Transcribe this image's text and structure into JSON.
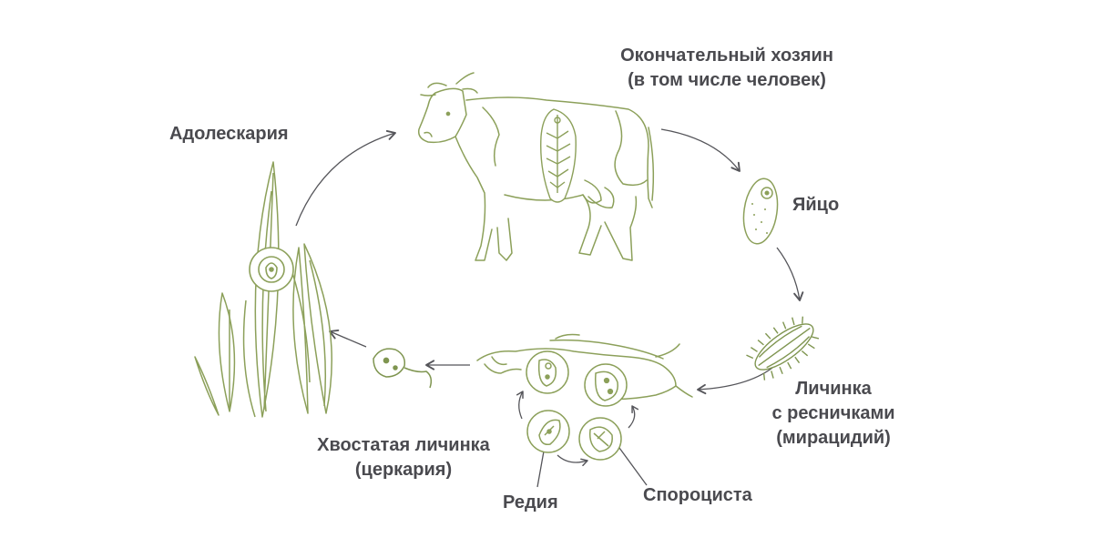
{
  "colors": {
    "stroke": "#8ca05a",
    "fill_dark": "#7f9550",
    "fill_light": "#f3f6ea",
    "arrow": "#55555a",
    "text": "#4a4a4f"
  },
  "labels": {
    "definitive_host": {
      "line1": "Окончательный хозяин",
      "line2": "(в том числе человек)"
    },
    "egg": "Яйцо",
    "miracidium": {
      "line1": "Личинка",
      "line2": "с ресничками",
      "line3": "(мирацидий)"
    },
    "sporocyst": "Спороциста",
    "redia": "Редия",
    "cercaria": {
      "line1": "Хвостатая личинка",
      "line2": "(церкария)"
    },
    "adolescaria": "Адолескария"
  },
  "icons": [
    "cow-icon",
    "liver-fluke-icon",
    "egg-icon",
    "miracidium-icon",
    "snail-icon",
    "sporocyst-icon",
    "redia-icon",
    "cercaria-icon",
    "grass-icon",
    "cyst-icon"
  ]
}
